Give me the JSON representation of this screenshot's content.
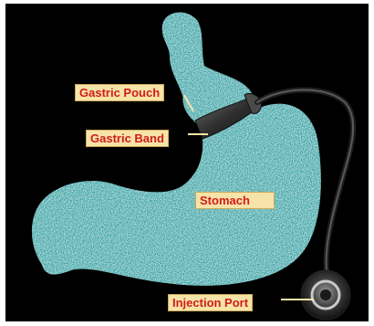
{
  "labels": {
    "gastric_pouch": "Gastric Pouch",
    "gastric_band": "Gastric Band",
    "stomach": "Stomach",
    "injection_port": "Injection Port"
  },
  "colors": {
    "background": "#000000",
    "stomach": "#2aa3a6",
    "band": "#3a3a3a",
    "tube": "#2b2b2b",
    "label_fill": "#f6e3a7",
    "label_text": "#d11c1c",
    "leader_line": "#f6e3a7"
  }
}
